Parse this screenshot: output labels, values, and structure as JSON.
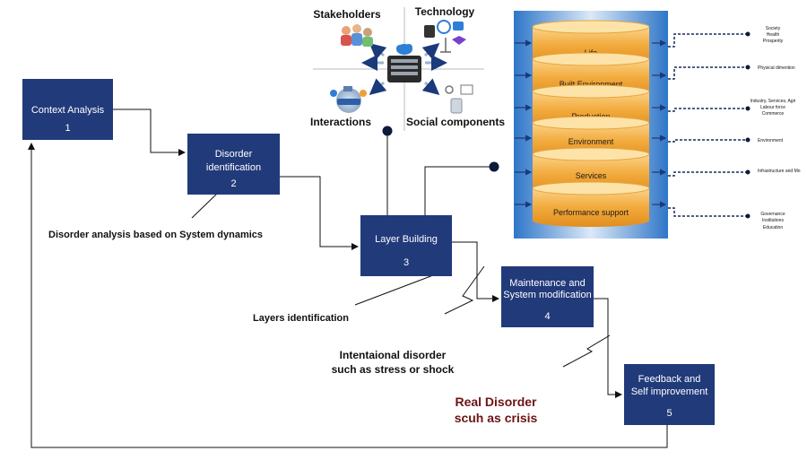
{
  "steps": [
    {
      "title": "Context Analysis",
      "number": "1"
    },
    {
      "title_line1": "Disorder",
      "title_line2": "identification",
      "number": "2"
    },
    {
      "title": "Layer Building",
      "number": "3"
    },
    {
      "title_line1": "Maintenance and",
      "title_line2": "System modification",
      "number": "4"
    },
    {
      "title_line1": "Feedback and",
      "title_line2": "Self improvement",
      "number": "5"
    }
  ],
  "annotations": {
    "disorder_analysis": "Disorder analysis based on System dynamics",
    "layers_identification": "Layers identification",
    "intentional_line1": "Intentaional disorder",
    "intentional_line2": "such as stress or shock",
    "real_line1": "Real Disorder",
    "real_line2": "scuh as crisis"
  },
  "system_panel": {
    "quadrants": [
      "Stakeholders",
      "Technology",
      "Interactions",
      "Social components"
    ]
  },
  "layers": [
    "Life",
    "Built Environment",
    "Production",
    "Environment",
    "Services",
    "Performance support"
  ],
  "layer_descriptions": [
    [
      "Society",
      "Health",
      "Prosperity"
    ],
    [
      "Physical dimention"
    ],
    [
      "Industry, Services, Agri",
      "Labour force",
      "Commerce"
    ],
    [
      "Environment"
    ],
    [
      "Infrastructure and Mo"
    ],
    [
      "Governance",
      "Institutions",
      "Education"
    ]
  ],
  "colors": {
    "box": "#213a7a",
    "layer_gold": "#f2a93b",
    "layer_panel": "#2f76c8",
    "real_disorder": "#6b1414"
  }
}
